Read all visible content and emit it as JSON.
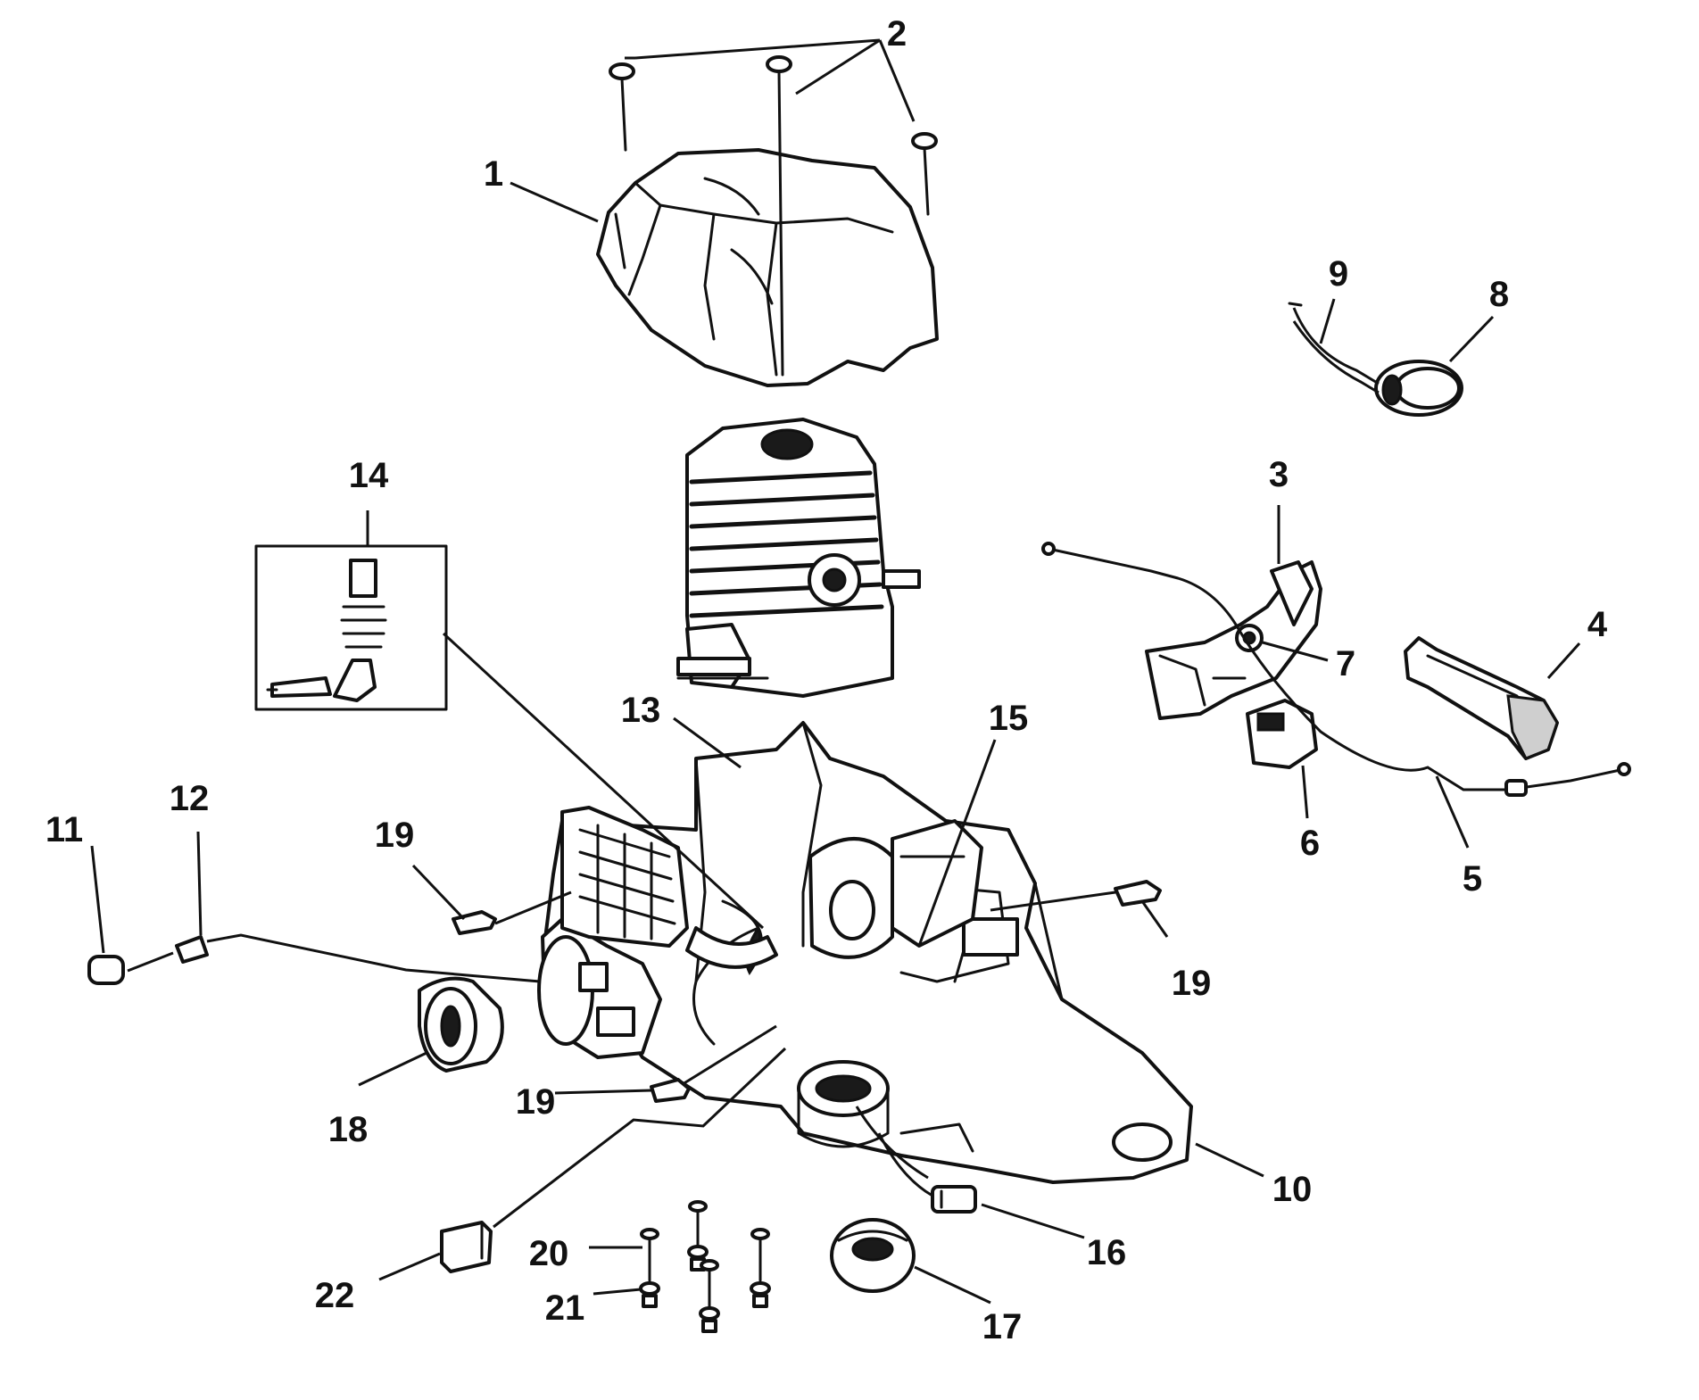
{
  "callouts": [
    {
      "id": "1",
      "label": "1"
    },
    {
      "id": "2",
      "label": "2"
    },
    {
      "id": "3",
      "label": "3"
    },
    {
      "id": "4",
      "label": "4"
    },
    {
      "id": "5",
      "label": "5"
    },
    {
      "id": "6",
      "label": "6"
    },
    {
      "id": "7",
      "label": "7"
    },
    {
      "id": "8",
      "label": "8"
    },
    {
      "id": "9",
      "label": "9"
    },
    {
      "id": "10",
      "label": "10"
    },
    {
      "id": "11",
      "label": "11"
    },
    {
      "id": "12",
      "label": "12"
    },
    {
      "id": "13",
      "label": "13"
    },
    {
      "id": "14",
      "label": "14"
    },
    {
      "id": "15",
      "label": "15"
    },
    {
      "id": "16",
      "label": "16"
    },
    {
      "id": "17",
      "label": "17"
    },
    {
      "id": "18",
      "label": "18"
    },
    {
      "id": "19a",
      "label": "19"
    },
    {
      "id": "19b",
      "label": "19"
    },
    {
      "id": "19c",
      "label": "19"
    },
    {
      "id": "20",
      "label": "20"
    },
    {
      "id": "21",
      "label": "21"
    },
    {
      "id": "22",
      "label": "22"
    }
  ],
  "colors": {
    "ink": "#111111",
    "paper": "#ffffff"
  }
}
